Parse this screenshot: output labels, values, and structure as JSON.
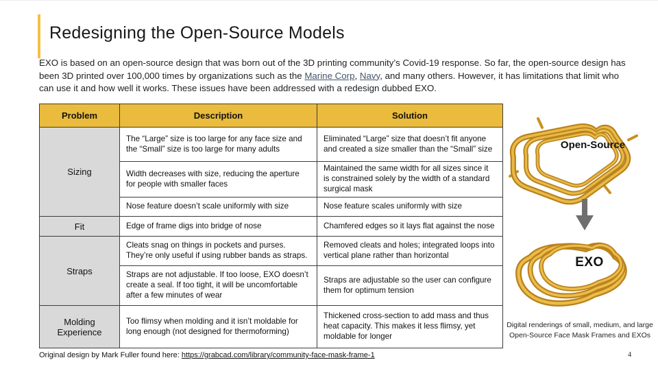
{
  "slide": {
    "title": "Redesigning the Open-Source Models",
    "page_number": "4"
  },
  "intro": {
    "text_start": "EXO is based on an open-source design that was born out of the 3D printing community’s Covid-19 response. So far, the open-source design has been 3D printed over 100,000 times by organizations such as the ",
    "link_marine_corp": "Marine Corp",
    "separator": ", ",
    "link_navy": "Navy",
    "text_end": ", and many others. However, it has limitations that limit who can use it and how well it works. These issues have been addressed with a redesign dubbed EXO."
  },
  "table": {
    "headers": [
      "Problem",
      "Description",
      "Solution"
    ],
    "groups": [
      {
        "problem": "Sizing",
        "rows": [
          {
            "description": "The “Large” size is too large for any face size and the “Small” size is too large for many adults",
            "solution": "Eliminated “Large” size that doesn’t fit anyone and created a size smaller than the “Small” size"
          },
          {
            "description": "Width decreases with size, reducing the aperture for people with smaller faces",
            "solution": "Maintained the same width for all sizes since it is constrained solely by the width of a standard surgical mask"
          },
          {
            "description": "Nose feature doesn’t scale uniformly with size",
            "solution": "Nose feature scales uniformly with size"
          }
        ]
      },
      {
        "problem": "Fit",
        "rows": [
          {
            "description": "Edge of frame digs into bridge of nose",
            "solution": "Chamfered edges so it lays flat against the nose"
          }
        ]
      },
      {
        "problem": "Straps",
        "rows": [
          {
            "description": "Cleats snag on things in pockets and purses. They’re only useful if using rubber bands as straps.",
            "solution": "Removed cleats and holes; integrated loops into vertical plane rather than horizontal"
          },
          {
            "description": "Straps are not adjustable. If too loose, EXO doesn’t create a seal. If too tight, it will be uncomfortable after a few minutes of wear",
            "solution": "Straps are adjustable so the user can configure them for optimum tension"
          }
        ]
      },
      {
        "problem": "Molding Experience",
        "rows": [
          {
            "description": "Too flimsy when molding and it isn’t moldable for long enough (not designed for thermoforming)",
            "solution": "Thickened cross-section to add mass and thus heat capacity. This makes it less flimsy, yet moldable for longer"
          }
        ]
      }
    ]
  },
  "figures": {
    "open_source_label": "Open-Source",
    "exo_label": "EXO",
    "caption": "Digital renderings of small, medium, and large Open-Source Face Mask Frames and EXOs"
  },
  "footer": {
    "text": "Original design by Mark Fuller found here: ",
    "link": "https://grabcad.com/library/community-face-mask-frame-1"
  },
  "colors": {
    "accent_gold": "#F2C144",
    "table_header_gold": "#EABB3C",
    "problem_cell_gray": "#D9D9D9",
    "link_blue": "#44546A",
    "mask_gold_dark": "#B9821E",
    "mask_gold_light": "#E9BA45",
    "arrow_gray": "#6F6F6F"
  }
}
